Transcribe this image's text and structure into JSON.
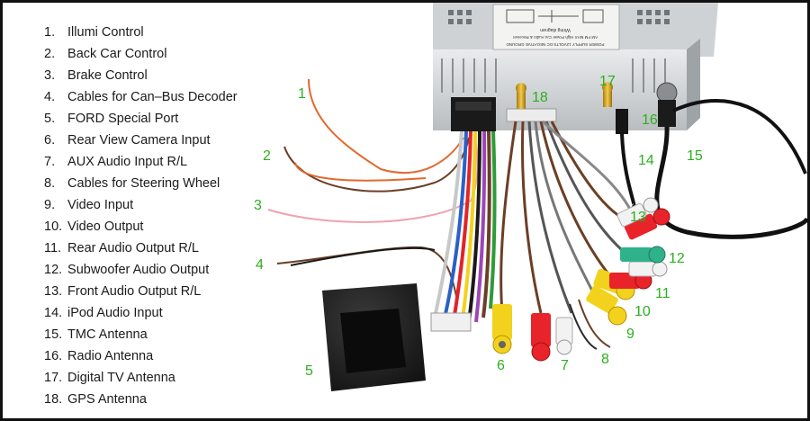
{
  "legend": [
    {
      "num": "1.",
      "label": "Illumi Control"
    },
    {
      "num": "2.",
      "label": "Back Car Control"
    },
    {
      "num": "3.",
      "label": "Brake Control"
    },
    {
      "num": "4.",
      "label": "Cables for Can–Bus Decoder"
    },
    {
      "num": "5.",
      "label": "FORD Special Port"
    },
    {
      "num": "6.",
      "label": "Rear View Camera Input"
    },
    {
      "num": "7.",
      "label": "AUX Audio Input R/L"
    },
    {
      "num": "8.",
      "label": "Cables for Steering Wheel"
    },
    {
      "num": "9.",
      "label": "Video Input"
    },
    {
      "num": "10.",
      "label": "Video Output"
    },
    {
      "num": "11.",
      "label": "Rear Audio Output R/L"
    },
    {
      "num": "12.",
      "label": "Subwoofer Audio Output"
    },
    {
      "num": "13.",
      "label": "Front Audio Output R/L"
    },
    {
      "num": "14.",
      "label": "iPod Audio Input"
    },
    {
      "num": "15.",
      "label": "TMC Antenna"
    },
    {
      "num": "16.",
      "label": "Radio Antenna"
    },
    {
      "num": "17.",
      "label": "Digital TV Antenna"
    },
    {
      "num": "18.",
      "label": "GPS Antenna"
    }
  ],
  "callouts": [
    "1",
    "2",
    "3",
    "4",
    "5",
    "6",
    "7",
    "8",
    "9",
    "10",
    "11",
    "12",
    "13",
    "14",
    "15",
    "16",
    "17",
    "18"
  ],
  "unit_label": {
    "line1": "POWER SUPPLY 12VOLTS DC NEGATIVE GROUND",
    "line2": "AM FM MAX High Power Car Audio & Receiver",
    "line3": "Wiring diagram"
  },
  "colors": {
    "callout": "#2bb01e",
    "rca_red": "#e8232a",
    "rca_yellow": "#f2d21c",
    "rca_white": "#f2f2f2",
    "rca_green": "#2fb28a",
    "wire_orange": "#e2682e",
    "wire_pink": "#f0a2b2",
    "wire_brown": "#6b3f26",
    "chassis": "#d8dbdd"
  }
}
